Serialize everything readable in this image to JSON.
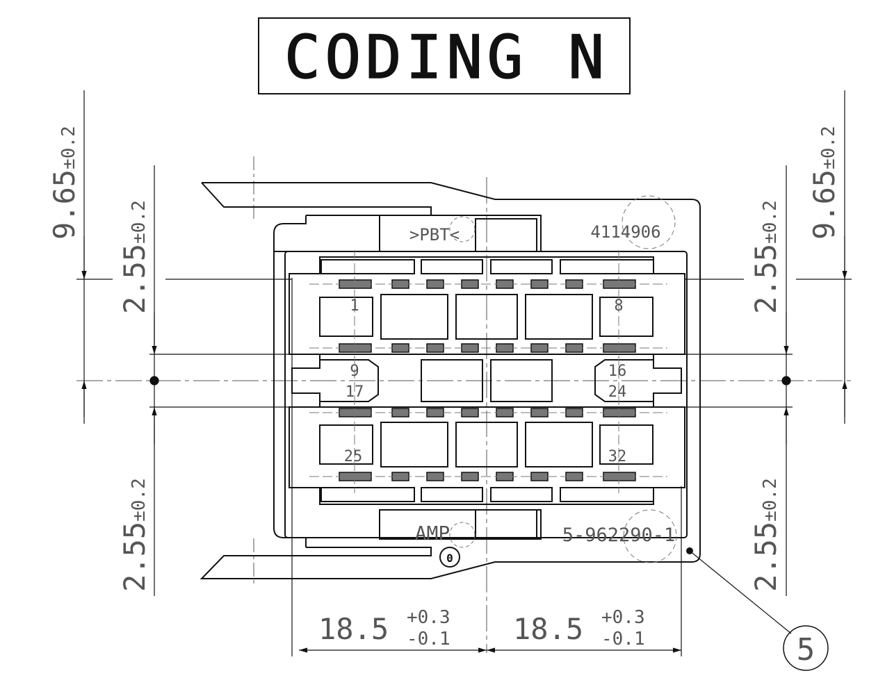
{
  "title_block": {
    "title": "CODING N"
  },
  "dimensions": {
    "left_outer_vertical": "9.65",
    "left_outer_vertical_tol": "±0.2",
    "left_upper_vertical": "2.55",
    "left_upper_vertical_tol": "±0.2",
    "left_lower_vertical": "2.55",
    "left_lower_vertical_tol": "±0.2",
    "right_outer_vertical": "9.65",
    "right_outer_vertical_tol": "±0.2",
    "right_upper_vertical": "2.55",
    "right_upper_vertical_tol": "±0.2",
    "right_lower_vertical": "2.55",
    "right_lower_vertical_tol": "±0.2",
    "bottom_left": "18.5",
    "bottom_left_tol_upper": "+0.3",
    "bottom_left_tol_lower": "-0.1",
    "bottom_right": "18.5",
    "bottom_right_tol_upper": "+0.3",
    "bottom_right_tol_lower": "-0.1"
  },
  "pin_labels": [
    "1",
    "8",
    "9",
    "16",
    "17",
    "24",
    "25",
    "32"
  ],
  "markings": {
    "top_material": ">PBT<",
    "top_part_number": "4114906",
    "bottom_brand": "AMP",
    "bottom_part_number": "5-962290-1",
    "coding_mark": "0"
  },
  "callout": {
    "number": "5"
  },
  "colors": {
    "line": "#111111",
    "dim_line": "#555555",
    "hidden_line": "#777777",
    "background": "#ffffff"
  }
}
